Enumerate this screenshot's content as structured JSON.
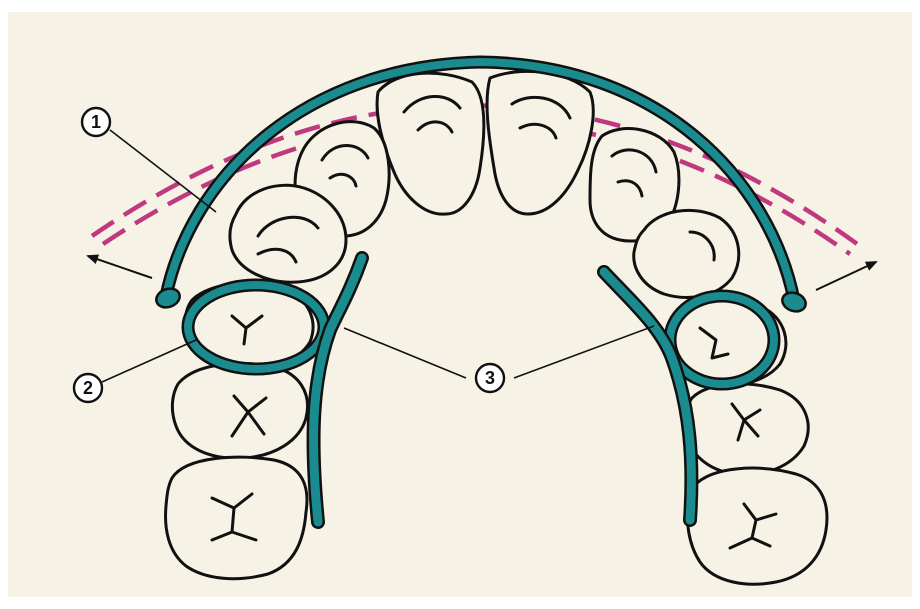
{
  "labels": {
    "one": "1",
    "two": "2",
    "three": "3"
  },
  "colors": {
    "background": "#f6f2e6",
    "wire": "#1a8c8f",
    "dashed_line": "#c0397f",
    "outline": "#111111"
  }
}
